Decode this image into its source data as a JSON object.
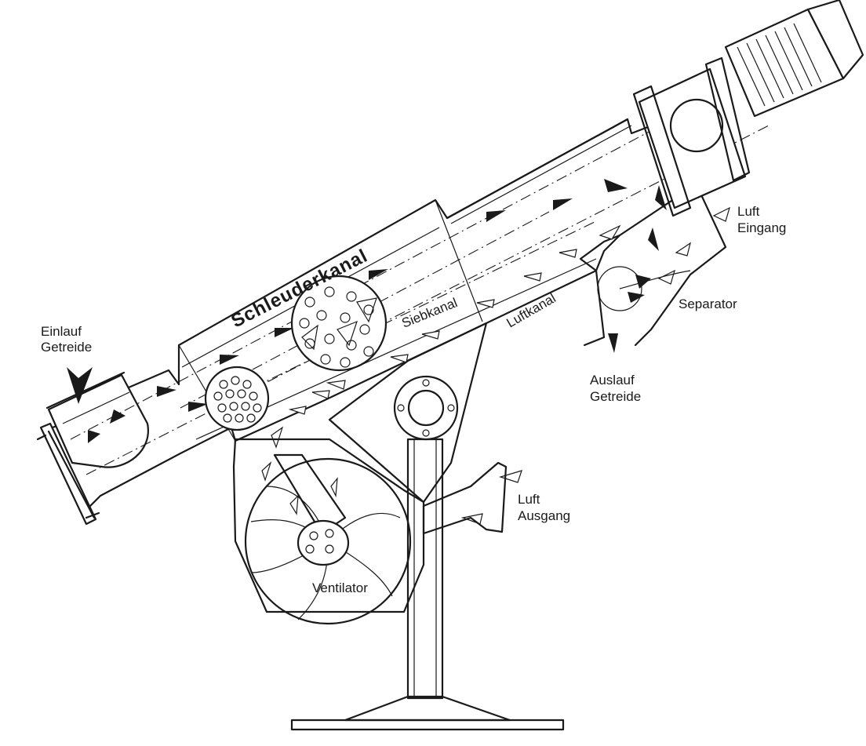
{
  "labels": {
    "einlauf_getreide": [
      "Einlauf",
      "Getreide"
    ],
    "schleuderkanal": "Schleuderkanal",
    "siebkanal": "Siebkanal",
    "luftkanal": "Luftkanal",
    "luft_eingang": [
      "Luft",
      "Eingang"
    ],
    "separator": "Separator",
    "auslauf_getreide": [
      "Auslauf",
      "Getreide"
    ],
    "luft_ausgang": [
      "Luft",
      "Ausgang"
    ],
    "ventilator": "Ventilator"
  },
  "colors": {
    "ink": "#1a1a1a",
    "paper": "#ffffff"
  }
}
